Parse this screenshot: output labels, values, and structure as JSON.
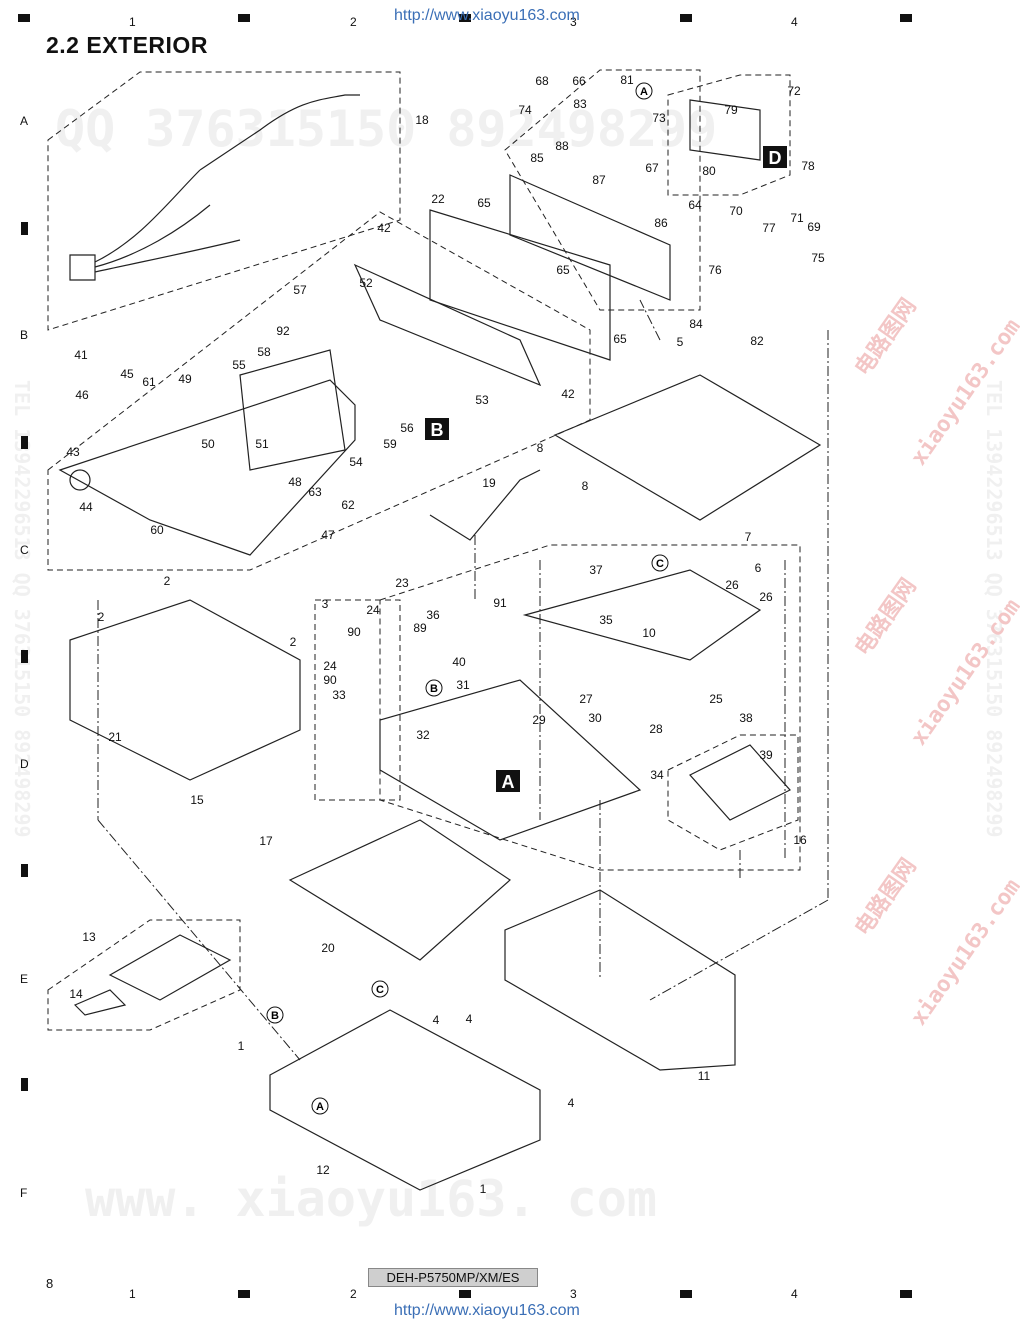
{
  "header": {
    "section_title": "2.2  EXTERIOR",
    "source_url": "http://www.xiaoyu163.com"
  },
  "footer": {
    "page_number": "8",
    "model": "DEH-P5750MP/XM/ES",
    "source_url": "http://www.xiaoyu163.com"
  },
  "grid": {
    "columns": [
      "1",
      "2",
      "3",
      "4"
    ],
    "rows": [
      "A",
      "B",
      "C",
      "D",
      "E",
      "F"
    ]
  },
  "watermarks": {
    "qq_line": "QQ 376315150  892498299",
    "site": "www. xiaoyu163. com",
    "side_tel": "TEL 13942296513  QQ 376315150  892498299",
    "cn_site": "电路图网",
    "cn_site_en": "xiaoyu163.com"
  },
  "block_labels": [
    "A",
    "B",
    "D"
  ],
  "circle_refs": [
    "A",
    "B",
    "C"
  ],
  "part_numbers": [
    "1",
    "2",
    "3",
    "4",
    "5",
    "6",
    "7",
    "8",
    "10",
    "11",
    "12",
    "13",
    "14",
    "15",
    "16",
    "17",
    "18",
    "19",
    "20",
    "21",
    "22",
    "23",
    "24",
    "25",
    "26",
    "27",
    "28",
    "29",
    "30",
    "31",
    "32",
    "33",
    "34",
    "35",
    "36",
    "37",
    "38",
    "39",
    "40",
    "41",
    "42",
    "43",
    "44",
    "45",
    "46",
    "47",
    "48",
    "49",
    "50",
    "51",
    "52",
    "53",
    "54",
    "55",
    "56",
    "57",
    "58",
    "59",
    "60",
    "61",
    "62",
    "63",
    "64",
    "65",
    "66",
    "67",
    "68",
    "69",
    "70",
    "71",
    "72",
    "73",
    "74",
    "75",
    "76",
    "77",
    "78",
    "79",
    "80",
    "81",
    "82",
    "83",
    "84",
    "85",
    "86",
    "87",
    "88",
    "89",
    "90",
    "91",
    "92"
  ]
}
